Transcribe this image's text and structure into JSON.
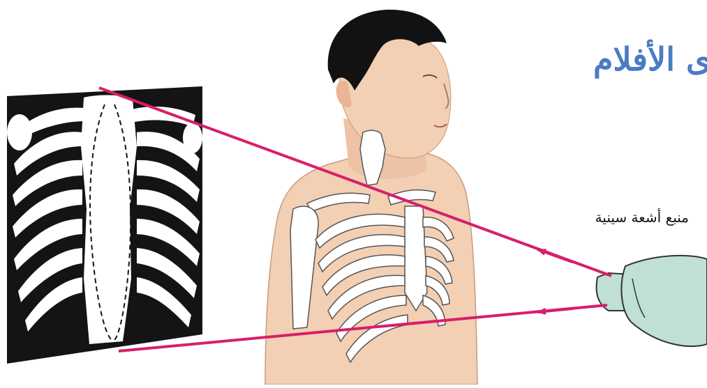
{
  "diagram": {
    "title": "ى الأفلام",
    "source_label": "منبع أشعة سينية",
    "colors": {
      "ray": "#d81e6a",
      "skin": "#f3cfb4",
      "skin_shade": "#e9b595",
      "hair": "#121212",
      "film": "#141414",
      "bone": "#ffffff",
      "tube": "#bfe0d3",
      "title": "#4a7bc6"
    },
    "icons": [
      "film-image",
      "patient-figure",
      "skeleton-overlay",
      "xray-tube",
      "ray-arrow"
    ]
  }
}
